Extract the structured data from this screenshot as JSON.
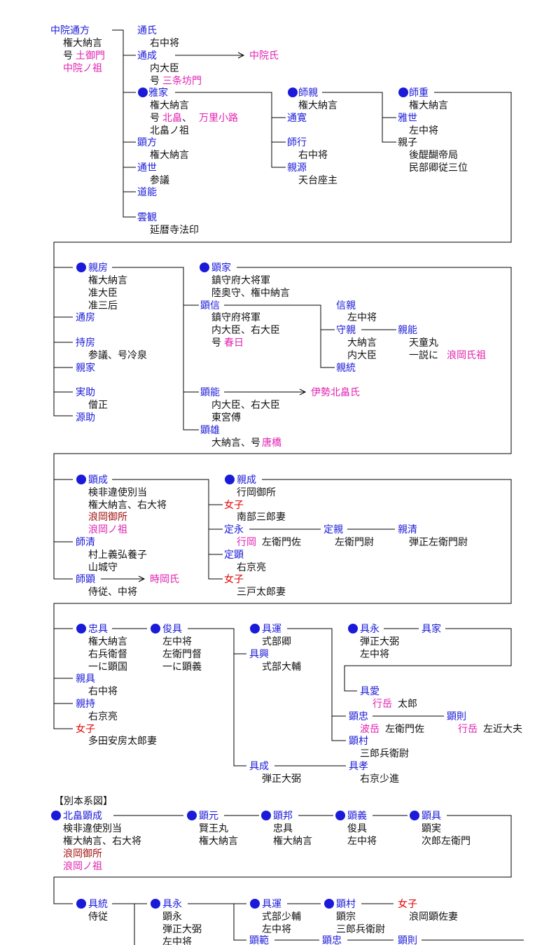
{
  "colors": {
    "blue": "#1a1ad8",
    "black": "#111111",
    "magenta": "#e020b0",
    "red": "#e00000",
    "darkred": "#a01010"
  },
  "betsubon_heading": "【別本系図】",
  "texts": [
    [
      "b",
      72,
      48,
      "中院通方"
    ],
    [
      "k",
      90,
      66,
      "権大納言"
    ],
    [
      "k",
      90,
      84,
      "号"
    ],
    [
      "m",
      108,
      84,
      "土御門"
    ],
    [
      "m",
      90,
      102,
      "中院ノ祖"
    ],
    [
      "b",
      196,
      48,
      "通氏"
    ],
    [
      "k",
      214,
      66,
      "右中将"
    ],
    [
      "b",
      196,
      84,
      "通成"
    ],
    [
      "m",
      356,
      84,
      "中院氏"
    ],
    [
      "k",
      214,
      102,
      "内大臣"
    ],
    [
      "k",
      214,
      120,
      "号"
    ],
    [
      "m",
      232,
      120,
      "三条坊門"
    ],
    [
      "b",
      212,
      137,
      "雅家"
    ],
    [
      "k",
      214,
      155,
      "権大納言"
    ],
    [
      "k",
      214,
      173,
      "号"
    ],
    [
      "m",
      232,
      173,
      "北畠"
    ],
    [
      "k",
      260,
      173,
      "、"
    ],
    [
      "m",
      284,
      173,
      "万里小路"
    ],
    [
      "k",
      214,
      191,
      "北畠ノ祖"
    ],
    [
      "b",
      196,
      208,
      "顕方"
    ],
    [
      "k",
      214,
      226,
      "権大納言"
    ],
    [
      "b",
      196,
      244,
      "通世"
    ],
    [
      "k",
      214,
      262,
      "参議"
    ],
    [
      "b",
      196,
      279,
      "道能"
    ],
    [
      "b",
      196,
      315,
      "雲観"
    ],
    [
      "k",
      214,
      333,
      "延暦寺法印"
    ],
    [
      "b",
      426,
      137,
      "師親"
    ],
    [
      "k",
      426,
      155,
      "権大納言"
    ],
    [
      "b",
      410,
      173,
      "通寛"
    ],
    [
      "b",
      410,
      208,
      "師行"
    ],
    [
      "k",
      426,
      226,
      "右中将"
    ],
    [
      "b",
      410,
      244,
      "親源"
    ],
    [
      "k",
      426,
      262,
      "天台座主"
    ],
    [
      "b",
      584,
      137,
      "師重"
    ],
    [
      "k",
      584,
      155,
      "権大納言"
    ],
    [
      "b",
      568,
      173,
      "雅世"
    ],
    [
      "k",
      584,
      191,
      "左中将"
    ],
    [
      "k",
      568,
      208,
      "親子"
    ],
    [
      "k",
      584,
      226,
      "後醍醐帝局"
    ],
    [
      "k",
      584,
      244,
      "民部卿従三位"
    ],
    [
      "b",
      126,
      387,
      "親房"
    ],
    [
      "k",
      126,
      405,
      "権大納言"
    ],
    [
      "k",
      126,
      423,
      "准大臣"
    ],
    [
      "k",
      126,
      441,
      "准三后"
    ],
    [
      "b",
      108,
      458,
      "通房"
    ],
    [
      "b",
      108,
      494,
      "持房"
    ],
    [
      "k",
      126,
      512,
      "参議、号冷泉"
    ],
    [
      "b",
      108,
      530,
      "親家"
    ],
    [
      "b",
      108,
      565,
      "実助"
    ],
    [
      "k",
      126,
      583,
      "僧正"
    ],
    [
      "b",
      108,
      601,
      "源助"
    ],
    [
      "b",
      302,
      387,
      "顕家"
    ],
    [
      "k",
      302,
      405,
      "鎮守府大将軍"
    ],
    [
      "k",
      302,
      423,
      "陸奥守、権中納言"
    ],
    [
      "b",
      286,
      441,
      "顕信"
    ],
    [
      "k",
      302,
      458,
      "鎮守府将軍"
    ],
    [
      "k",
      302,
      476,
      "内大臣、右大臣"
    ],
    [
      "k",
      302,
      494,
      "号"
    ],
    [
      "m",
      320,
      494,
      "春日"
    ],
    [
      "b",
      286,
      565,
      "顕能"
    ],
    [
      "m",
      444,
      565,
      "伊勢北畠氏"
    ],
    [
      "k",
      302,
      583,
      "内大臣、右大臣"
    ],
    [
      "k",
      302,
      601,
      "東宮傅"
    ],
    [
      "b",
      286,
      619,
      "顕雄"
    ],
    [
      "k",
      302,
      637,
      "大納言、号"
    ],
    [
      "m",
      374,
      637,
      "唐橋"
    ],
    [
      "b",
      480,
      441,
      "信親"
    ],
    [
      "k",
      496,
      458,
      "左中将"
    ],
    [
      "b",
      480,
      476,
      "守親"
    ],
    [
      "k",
      496,
      494,
      "大納言"
    ],
    [
      "k",
      496,
      512,
      "内大臣"
    ],
    [
      "b",
      480,
      530,
      "親統"
    ],
    [
      "b",
      568,
      476,
      "親能"
    ],
    [
      "k",
      584,
      494,
      "天童丸"
    ],
    [
      "k",
      584,
      512,
      "一説に"
    ],
    [
      "m",
      638,
      512,
      "浪岡氏祖"
    ],
    [
      "b",
      126,
      690,
      "顕成"
    ],
    [
      "k",
      126,
      708,
      "検非違使別当"
    ],
    [
      "k",
      126,
      726,
      "権大納言、右大将"
    ],
    [
      "w",
      126,
      743,
      "浪岡御所"
    ],
    [
      "m",
      126,
      761,
      "浪岡ノ祖"
    ],
    [
      "b",
      108,
      779,
      "師清"
    ],
    [
      "k",
      126,
      797,
      "村上義弘養子"
    ],
    [
      "k",
      126,
      815,
      "山城守"
    ],
    [
      "b",
      108,
      832,
      "師顕"
    ],
    [
      "m",
      214,
      832,
      "時岡氏"
    ],
    [
      "k",
      126,
      850,
      "侍従、中将"
    ],
    [
      "b",
      338,
      690,
      "親成"
    ],
    [
      "k",
      338,
      708,
      "行岡御所"
    ],
    [
      "r",
      320,
      726,
      "女子"
    ],
    [
      "k",
      338,
      743,
      "南部三郎妻"
    ],
    [
      "b",
      320,
      761,
      "定永"
    ],
    [
      "m",
      338,
      779,
      "行岡"
    ],
    [
      "k",
      374,
      779,
      "左衛門佐"
    ],
    [
      "b",
      320,
      797,
      "定顕"
    ],
    [
      "k",
      338,
      815,
      "右京亮"
    ],
    [
      "r",
      320,
      832,
      "女子"
    ],
    [
      "k",
      338,
      850,
      "三戸太郎妻"
    ],
    [
      "b",
      462,
      761,
      "定親"
    ],
    [
      "k",
      478,
      779,
      "左衛門尉"
    ],
    [
      "b",
      568,
      761,
      "親清"
    ],
    [
      "k",
      584,
      779,
      "弾正左衛門尉"
    ],
    [
      "b",
      126,
      903,
      "忠具"
    ],
    [
      "k",
      126,
      921,
      "権大納言"
    ],
    [
      "k",
      126,
      939,
      "右兵衛督"
    ],
    [
      "k",
      126,
      957,
      "一に顕国"
    ],
    [
      "b",
      108,
      974,
      "親具"
    ],
    [
      "k",
      126,
      992,
      "右中将"
    ],
    [
      "b",
      108,
      1010,
      "親持"
    ],
    [
      "k",
      126,
      1028,
      "右京亮"
    ],
    [
      "r",
      108,
      1046,
      "女子"
    ],
    [
      "k",
      126,
      1063,
      "多田安房太郎妻"
    ],
    [
      "b",
      232,
      903,
      "俊具"
    ],
    [
      "k",
      232,
      921,
      "左中将"
    ],
    [
      "k",
      232,
      939,
      "左衛門督"
    ],
    [
      "k",
      232,
      957,
      "一に顕義"
    ],
    [
      "b",
      374,
      903,
      "具運"
    ],
    [
      "k",
      374,
      921,
      "式部卿"
    ],
    [
      "b",
      356,
      939,
      "具興"
    ],
    [
      "k",
      374,
      957,
      "式部大輔"
    ],
    [
      "b",
      356,
      1099,
      "具成"
    ],
    [
      "k",
      374,
      1117,
      "弾正大弼"
    ],
    [
      "b",
      514,
      903,
      "具永"
    ],
    [
      "k",
      514,
      921,
      "弾正大弼"
    ],
    [
      "k",
      514,
      939,
      "左中将"
    ],
    [
      "b",
      602,
      903,
      "具家"
    ],
    [
      "b",
      514,
      992,
      "具愛"
    ],
    [
      "m",
      532,
      1010,
      "行岳"
    ],
    [
      "k",
      568,
      1010,
      "太郎"
    ],
    [
      "b",
      498,
      1028,
      "顕忠"
    ],
    [
      "m",
      514,
      1046,
      "波岳"
    ],
    [
      "k",
      550,
      1046,
      "左衛門佐"
    ],
    [
      "b",
      498,
      1063,
      "顕村"
    ],
    [
      "k",
      514,
      1081,
      "三郎兵衛尉"
    ],
    [
      "b",
      638,
      1028,
      "顕則"
    ],
    [
      "m",
      654,
      1046,
      "行岳"
    ],
    [
      "k",
      690,
      1046,
      "左近大夫"
    ],
    [
      "b",
      498,
      1099,
      "具孝"
    ],
    [
      "k",
      514,
      1117,
      "右京少進"
    ],
    [
      "b",
      90,
      1170,
      "北畠顕成"
    ],
    [
      "k",
      90,
      1188,
      "検非違使別当"
    ],
    [
      "k",
      90,
      1206,
      "権大納言、右大将"
    ],
    [
      "w",
      90,
      1224,
      "浪岡御所"
    ],
    [
      "m",
      90,
      1242,
      "浪岡ノ祖"
    ],
    [
      "b",
      284,
      1170,
      "顕元"
    ],
    [
      "k",
      284,
      1188,
      "賢王丸"
    ],
    [
      "k",
      284,
      1206,
      "権大納言"
    ],
    [
      "b",
      390,
      1170,
      "顕邦"
    ],
    [
      "k",
      390,
      1188,
      "忠具"
    ],
    [
      "k",
      390,
      1206,
      "権大納言"
    ],
    [
      "b",
      496,
      1170,
      "顕義"
    ],
    [
      "k",
      496,
      1188,
      "俊具"
    ],
    [
      "k",
      496,
      1206,
      "左中将"
    ],
    [
      "b",
      602,
      1170,
      "顕具"
    ],
    [
      "k",
      602,
      1188,
      "顕実"
    ],
    [
      "k",
      602,
      1206,
      "次郎左衛門"
    ],
    [
      "b",
      126,
      1296,
      "具統"
    ],
    [
      "k",
      126,
      1314,
      "侍従"
    ],
    [
      "b",
      232,
      1296,
      "具永"
    ],
    [
      "k",
      232,
      1314,
      "顕永"
    ],
    [
      "k",
      232,
      1332,
      "弾正大弼"
    ],
    [
      "k",
      232,
      1350,
      "左中将"
    ],
    [
      "b",
      374,
      1296,
      "具運"
    ],
    [
      "k",
      374,
      1314,
      "式部少輔"
    ],
    [
      "k",
      374,
      1332,
      "左中将"
    ],
    [
      "b",
      356,
      1348,
      "顕範"
    ],
    [
      "b",
      480,
      1296,
      "顕村"
    ],
    [
      "k",
      480,
      1314,
      "顕宗"
    ],
    [
      "k",
      480,
      1332,
      "三郎兵衛尉"
    ],
    [
      "b",
      460,
      1348,
      "顕忠"
    ],
    [
      "r",
      568,
      1296,
      "女子"
    ],
    [
      "k",
      584,
      1314,
      "浪岡顕佐妻"
    ],
    [
      "b",
      568,
      1348,
      "顕則"
    ]
  ]
}
